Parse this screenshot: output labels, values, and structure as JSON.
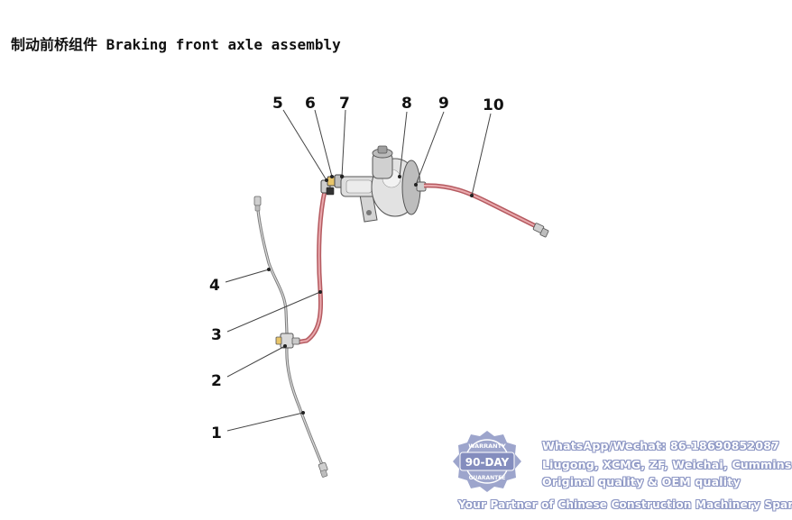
{
  "title": "制动前桥组件 Braking front axle assembly",
  "callouts": {
    "c1": "1",
    "c2": "2",
    "c3": "3",
    "c4": "4",
    "c5": "5",
    "c6": "6",
    "c7": "7",
    "c8": "8",
    "c9": "9",
    "c10": "10"
  },
  "watermark": {
    "seal_text_top": "WARRANTY",
    "seal_text_main": "90-DAY",
    "seal_text_bottom": "GUARANTEE",
    "contact": "WhatsApp/Wechat: 86-18690852087",
    "brands": "Liugong, XCMG, ZF, Weichai, Cummins",
    "quality": "Original quality & OEM quality",
    "tagline": "Your Partner of Chinese Construction Machinery Spare Parts"
  },
  "colors": {
    "hose": "#d98a8e",
    "hose_dark": "#b55a60",
    "pipe": "#9a9a9a",
    "watermark": "#8c96c4"
  }
}
